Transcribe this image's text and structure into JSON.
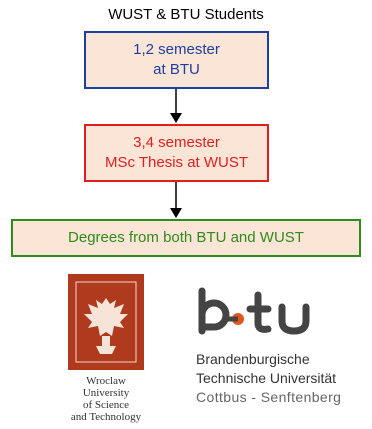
{
  "heading": "WUST & BTU Students",
  "steps": [
    {
      "line1": "1,2 semester",
      "line2": "at BTU",
      "color": "#1f3f9f"
    },
    {
      "line1": "3,4 semester",
      "line2": "MSc Thesis at WUST",
      "color": "#e02020"
    },
    {
      "line1": "Degrees from both BTU and WUST",
      "color": "#2e8b1c"
    }
  ],
  "wust": {
    "line1": "Wroclaw",
    "line2": "University",
    "line3": "of Science",
    "line4": "and Technology",
    "logo_color": "#b03a1e"
  },
  "btu": {
    "logo_text": "b-tu",
    "line1": "Brandenburgische",
    "line2": "Technische Universität",
    "line3": "Cottbus - Senftenberg"
  }
}
